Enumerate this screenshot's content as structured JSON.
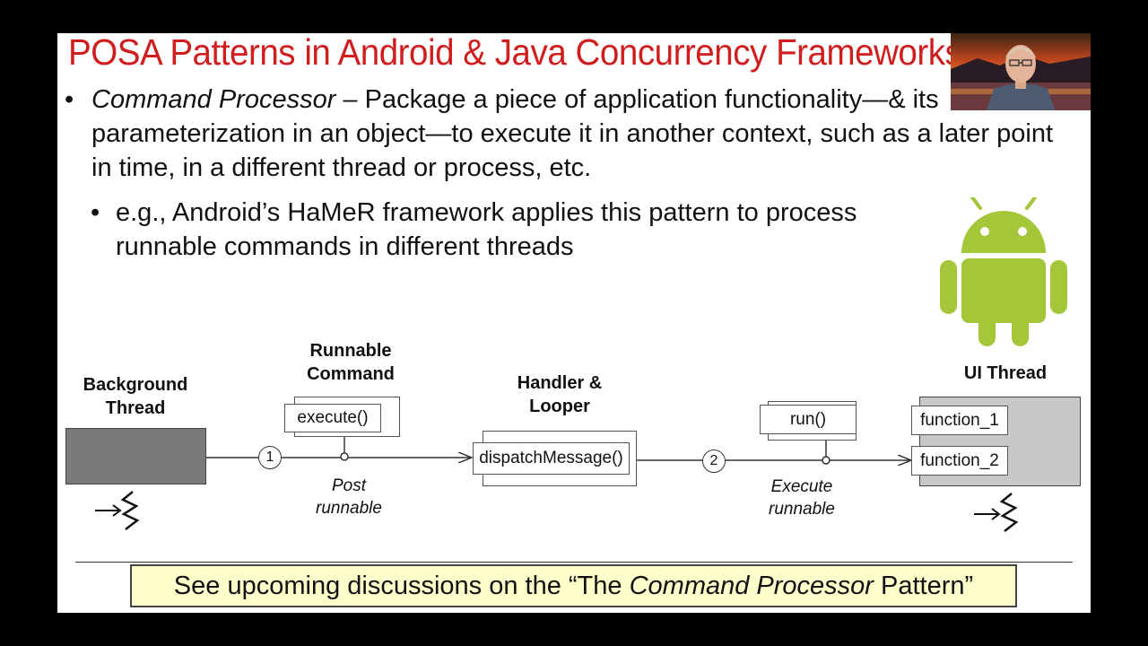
{
  "slide": {
    "title": "POSA Patterns in Android & Java Concurrency Frameworks",
    "bullet1": {
      "term": "Command Processor",
      "text": " – Package a piece of application functionality—& its parameterization in an object—to execute it in another context, such as a later point in time, in a different thread or process, etc."
    },
    "bullet2": "e.g., Android’s HaMeR framework applies this pattern to process runnable commands in different threads",
    "footer": {
      "prefix": "See upcoming discussions on the “The ",
      "emph": "Command Processor",
      "suffix": " Pattern”"
    }
  },
  "diagram": {
    "background_thread_label": "Background Thread",
    "runnable_command_label": "Runnable Command",
    "execute_box": "execute()",
    "handler_looper_label": "Handler & Looper",
    "dispatch_box": "dispatchMessage()",
    "run_box": "run()",
    "ui_thread_label": "UI Thread",
    "function_1": "function_1",
    "function_2": "function_2",
    "step1": "1",
    "step2": "2",
    "post_runnable": "Post runnable",
    "execute_runnable": "Execute runnable"
  },
  "colors": {
    "title": "#d01d1d",
    "android_green": "#a4c639",
    "thread_fill": "#7a7a7a",
    "ui_thread_fill": "#c8c8c8",
    "footer_bg": "#ffffcc"
  },
  "icons": [
    "android-logo-icon",
    "thread-squiggle-icon"
  ]
}
